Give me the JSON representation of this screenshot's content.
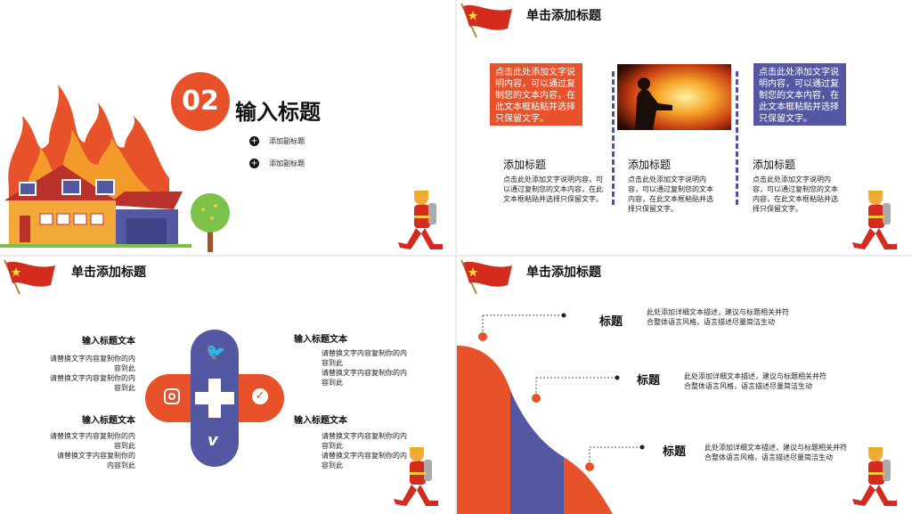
{
  "colors": {
    "orange": "#e8522a",
    "purple": "#5458a2",
    "red": "#d42b1e"
  },
  "slide1": {
    "number": "02",
    "title": "输入标题",
    "subtitles": [
      "添加副标题",
      "添加副标题"
    ]
  },
  "slide2": {
    "header": "单击添加标题",
    "box_left": "点击此处添加文字说明内容，可以通过复制您的文本内容，在此文本框粘贴并选择只保留文字。",
    "box_right": "点击此处添加文字说明内容，可以通过复制您的文本内容，在此文本框粘贴并选择只保留文字。",
    "items": [
      {
        "title": "添加标题",
        "body": "点击此处添加文字说明内容，可以通过复制您的文本内容，在此文本框粘贴并选择只保留文字。"
      },
      {
        "title": "添加标题",
        "body": "点击此处添加文字说明内容，可以通过复制您的文本内容，在此文本框粘贴并选择只保留文字。"
      },
      {
        "title": "添加标题",
        "body": "点击此处添加文字说明内容，可以通过复制您的文本内容，在此文本框粘贴并选择只保留文字。"
      }
    ]
  },
  "slide3": {
    "header": "单击添加标题",
    "blocks": [
      {
        "title": "输入标题文本",
        "lines": [
          "请替换文字内容复制你的内",
          "容到此",
          "请替换文字内容复制你的内",
          "容到此"
        ]
      },
      {
        "title": "输入标题文本",
        "lines": [
          "请替换文字内容复制你的内",
          "容到此",
          "请替换文字内容复制你的内",
          "容到此"
        ]
      },
      {
        "title": "输入标题文本",
        "lines": [
          "请替换文字内容复制你的内",
          "容到此",
          "请替换文字内容复制你的",
          "内容到此"
        ]
      },
      {
        "title": "输入标题文本",
        "lines": [
          "请替换文字内容复制你的内",
          "容到此",
          "请替换文字内容复制你的内",
          "容到此"
        ]
      }
    ]
  },
  "slide4": {
    "header": "单击添加标题",
    "rows": [
      {
        "label": "标题",
        "line1": "此处添加详细文本描述，建议与标题相关并符",
        "line2": "合整体语言风格，语言描述尽量简洁生动"
      },
      {
        "label": "标题",
        "line1": "此处添加详细文本描述，建议与标题相关并符",
        "line2": "合整体语言风格，语言描述尽量简洁生动"
      },
      {
        "label": "标题",
        "line1": "此处添加详细文本描述，建议与标题相关并符",
        "line2": "合整体语言风格，语言描述尽量简洁生动"
      }
    ]
  },
  "icons": [
    "china-flag-icon",
    "firefighter-icon",
    "burning-house-icon",
    "tree-icon",
    "twitter-icon",
    "instagram-icon",
    "vimeo-icon",
    "check-icon",
    "plus-icon",
    "fire-photo"
  ]
}
